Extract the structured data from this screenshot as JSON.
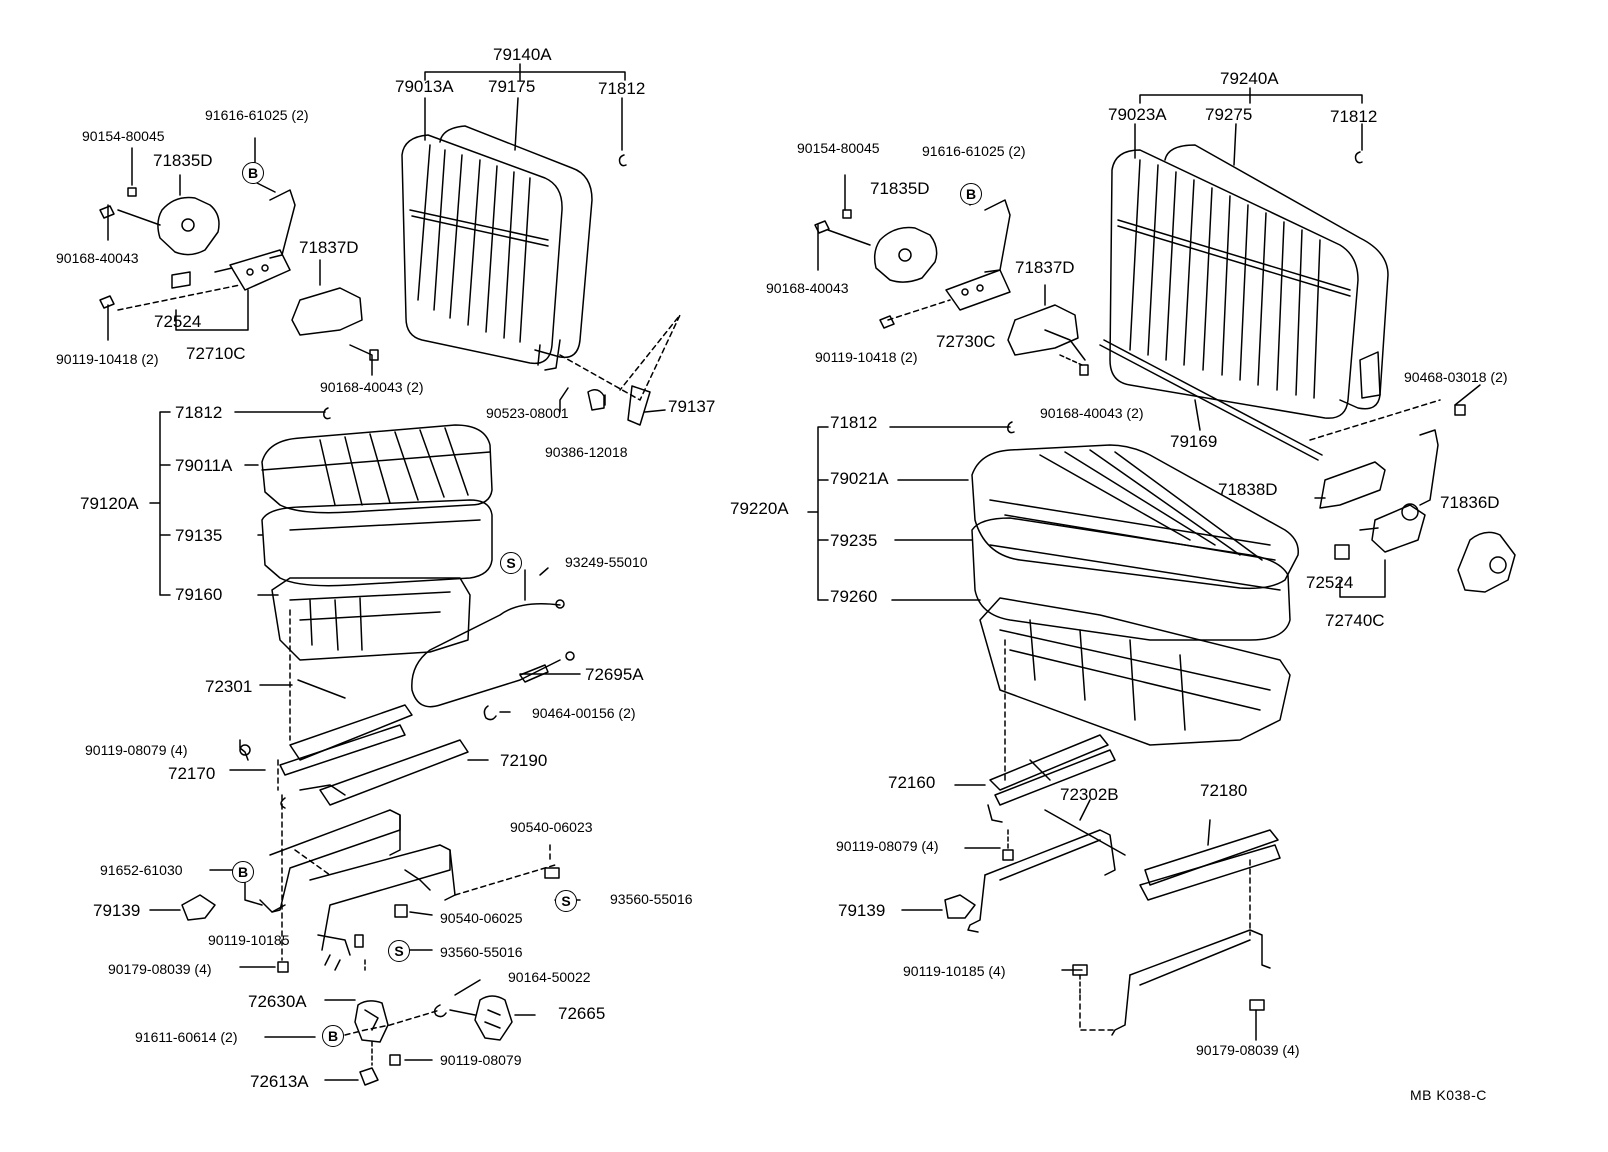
{
  "labels": {
    "p79140A": "79140A",
    "p79013A": "79013A",
    "p79175": "79175",
    "p71812_t": "71812",
    "p91616a": "91616-61025 (2)",
    "p90154a": "90154-80045",
    "p71835Da": "71835D",
    "p90168a": "90168-40043",
    "p71837Da": "71837D",
    "p72524a": "72524",
    "p72710C": "72710C",
    "p90119a": "90119-10418 (2)",
    "p90168b": "90168-40043 (2)",
    "p90523": "90523-08001",
    "p90386": "90386-12018",
    "p79137": "79137",
    "p71812_l": "71812",
    "p79011A": "79011A",
    "p79120A": "79120A",
    "p79135": "79135",
    "p79160": "79160",
    "p93249": "93249-55010",
    "p72695A": "72695A",
    "p72301": "72301",
    "p90464": "90464-00156 (2)",
    "p90119b": "90119-08079 (4)",
    "p72170": "72170",
    "p72190": "72190",
    "p90540a": "90540-06023",
    "p91652": "91652-61030",
    "p93560a": "93560-55016",
    "p79139a": "79139",
    "p90540b": "90540-06025",
    "p90119c": "90119-10185",
    "p93560b": "93560-55016",
    "p90179a": "90179-08039 (4)",
    "p90164": "90164-50022",
    "p72630A": "72630A",
    "p72665": "72665",
    "p91611": "91611-60614 (2)",
    "p90119d": "90119-08079",
    "p72613A": "72613A",
    "p79240A": "79240A",
    "p79023A": "79023A",
    "p79275": "79275",
    "p71812_r": "71812",
    "p90154b": "90154-80045",
    "p91616b": "91616-61025 (2)",
    "p71835Db": "71835D",
    "p90168c": "90168-40043",
    "p71837Db": "71837D",
    "p72730C": "72730C",
    "p90119e": "90119-10418 (2)",
    "p90468": "90468-03018 (2)",
    "p90168d": "90168-40043 (2)",
    "p79169": "79169",
    "p71812_rl": "71812",
    "p79021A": "79021A",
    "p71838D": "71838D",
    "p71836D": "71836D",
    "p79220A": "79220A",
    "p79235": "79235",
    "p72524b": "72524",
    "p72740C": "72740C",
    "p79260": "79260",
    "p72160": "72160",
    "p72302B": "72302B",
    "p72180": "72180",
    "p90119f": "90119-08079 (4)",
    "p79139b": "79139",
    "p90119g": "90119-10185 (4)",
    "p90179b": "90179-08039 (4)"
  },
  "markers": {
    "b1": "B",
    "b2": "B",
    "b3": "B",
    "b4": "B",
    "s1": "S",
    "s2": "S",
    "s3": "S"
  },
  "footer": "MB  K038-C"
}
